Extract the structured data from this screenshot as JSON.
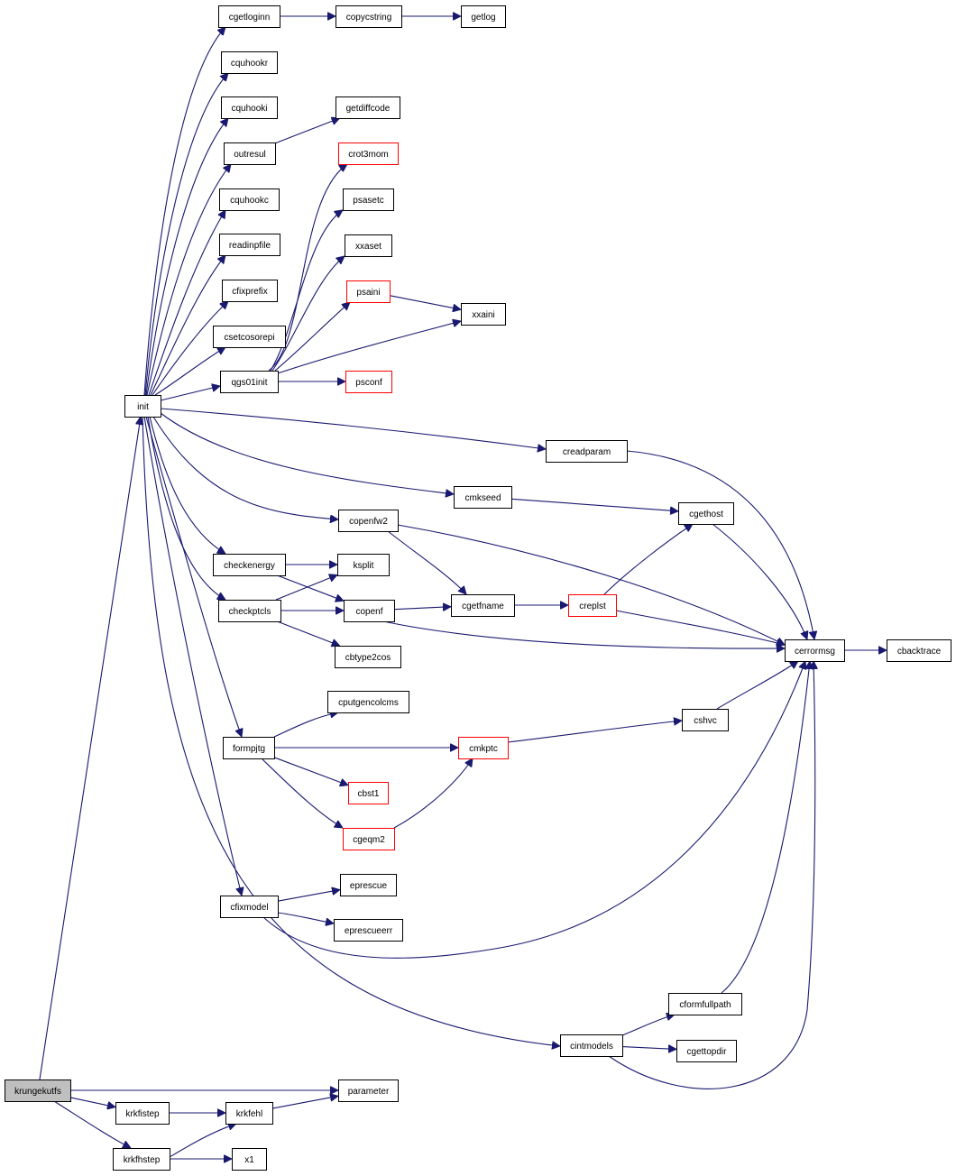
{
  "graph": {
    "edge_color": "#191970",
    "box_border": "#000000",
    "incomplete_border": "#ff0000",
    "root_fill": "#bfbfbf",
    "nodes": [
      {
        "id": "krungekutfs",
        "label": "krungekutfs",
        "root": true
      },
      {
        "id": "init",
        "label": "init"
      },
      {
        "id": "cgetloginn",
        "label": "cgetloginn"
      },
      {
        "id": "copycstring",
        "label": "copycstring"
      },
      {
        "id": "getlog",
        "label": "getlog"
      },
      {
        "id": "cquhookr",
        "label": "cquhookr"
      },
      {
        "id": "cquhooki",
        "label": "cquhooki"
      },
      {
        "id": "getdiffcode",
        "label": "getdiffcode"
      },
      {
        "id": "outresul",
        "label": "outresul"
      },
      {
        "id": "crot3mom",
        "label": "crot3mom",
        "red": true
      },
      {
        "id": "cquhookc",
        "label": "cquhookc"
      },
      {
        "id": "psasetc",
        "label": "psasetc"
      },
      {
        "id": "readinpfile",
        "label": "readinpfile"
      },
      {
        "id": "xxaset",
        "label": "xxaset"
      },
      {
        "id": "cfixprefix",
        "label": "cfixprefix"
      },
      {
        "id": "psaini",
        "label": "psaini",
        "red": true
      },
      {
        "id": "xxaini",
        "label": "xxaini"
      },
      {
        "id": "csetcosorepi",
        "label": "csetcosorepi"
      },
      {
        "id": "qgs01init",
        "label": "qgs01init"
      },
      {
        "id": "psconf",
        "label": "psconf",
        "red": true
      },
      {
        "id": "creadparam",
        "label": "creadparam"
      },
      {
        "id": "cmkseed",
        "label": "cmkseed"
      },
      {
        "id": "cgethost",
        "label": "cgethost"
      },
      {
        "id": "copenfw2",
        "label": "copenfw2"
      },
      {
        "id": "checkenergy",
        "label": "checkenergy"
      },
      {
        "id": "ksplit",
        "label": "ksplit"
      },
      {
        "id": "checkptcls",
        "label": "checkptcls"
      },
      {
        "id": "copenf",
        "label": "copenf"
      },
      {
        "id": "cgetfname",
        "label": "cgetfname"
      },
      {
        "id": "creplst",
        "label": "creplst",
        "red": true
      },
      {
        "id": "cerrormsg",
        "label": "cerrormsg"
      },
      {
        "id": "cbacktrace",
        "label": "cbacktrace"
      },
      {
        "id": "cbtype2cos",
        "label": "cbtype2cos"
      },
      {
        "id": "cputgencolcms",
        "label": "cputgencolcms"
      },
      {
        "id": "cshvc",
        "label": "cshvc"
      },
      {
        "id": "formpjtg",
        "label": "formpjtg"
      },
      {
        "id": "cmkptc",
        "label": "cmkptc",
        "red": true
      },
      {
        "id": "cbst1",
        "label": "cbst1",
        "red": true
      },
      {
        "id": "cgeqm2",
        "label": "cgeqm2",
        "red": true
      },
      {
        "id": "eprescue",
        "label": "eprescue"
      },
      {
        "id": "cfixmodel",
        "label": "cfixmodel"
      },
      {
        "id": "eprescueerr",
        "label": "eprescueerr"
      },
      {
        "id": "cformfullpath",
        "label": "cformfullpath"
      },
      {
        "id": "cintmodels",
        "label": "cintmodels"
      },
      {
        "id": "cgettopdir",
        "label": "cgettopdir"
      },
      {
        "id": "parameter",
        "label": "parameter"
      },
      {
        "id": "krkfistep",
        "label": "krkfistep"
      },
      {
        "id": "krkfehl",
        "label": "krkfehl"
      },
      {
        "id": "krkfhstep",
        "label": "krkfhstep"
      },
      {
        "id": "x1",
        "label": "x1"
      }
    ],
    "edges": [
      [
        "krungekutfs",
        "init"
      ],
      [
        "krungekutfs",
        "parameter"
      ],
      [
        "krungekutfs",
        "krkfistep"
      ],
      [
        "krungekutfs",
        "krkfhstep"
      ],
      [
        "init",
        "cgetloginn"
      ],
      [
        "init",
        "cquhookr"
      ],
      [
        "init",
        "cquhooki"
      ],
      [
        "init",
        "outresul"
      ],
      [
        "init",
        "cquhookc"
      ],
      [
        "init",
        "readinpfile"
      ],
      [
        "init",
        "cfixprefix"
      ],
      [
        "init",
        "csetcosorepi"
      ],
      [
        "init",
        "qgs01init"
      ],
      [
        "init",
        "creadparam"
      ],
      [
        "init",
        "cmkseed"
      ],
      [
        "init",
        "copenfw2"
      ],
      [
        "init",
        "checkenergy"
      ],
      [
        "init",
        "checkptcls"
      ],
      [
        "init",
        "formpjtg"
      ],
      [
        "init",
        "cfixmodel"
      ],
      [
        "init",
        "cintmodels"
      ],
      [
        "cgetloginn",
        "copycstring"
      ],
      [
        "copycstring",
        "getlog"
      ],
      [
        "outresul",
        "getdiffcode"
      ],
      [
        "qgs01init",
        "crot3mom"
      ],
      [
        "qgs01init",
        "psasetc"
      ],
      [
        "qgs01init",
        "xxaset"
      ],
      [
        "qgs01init",
        "psaini"
      ],
      [
        "qgs01init",
        "xxaini"
      ],
      [
        "qgs01init",
        "psconf"
      ],
      [
        "psaini",
        "xxaini"
      ],
      [
        "creadparam",
        "cerrormsg"
      ],
      [
        "cmkseed",
        "cgethost"
      ],
      [
        "cgethost",
        "cerrormsg"
      ],
      [
        "copenfw2",
        "cgetfname"
      ],
      [
        "copenfw2",
        "cerrormsg"
      ],
      [
        "checkenergy",
        "ksplit"
      ],
      [
        "checkenergy",
        "copenf"
      ],
      [
        "checkptcls",
        "ksplit"
      ],
      [
        "checkptcls",
        "copenf"
      ],
      [
        "checkptcls",
        "cbtype2cos"
      ],
      [
        "copenf",
        "cgetfname"
      ],
      [
        "copenf",
        "cerrormsg"
      ],
      [
        "cgetfname",
        "creplst"
      ],
      [
        "creplst",
        "cgethost"
      ],
      [
        "creplst",
        "cerrormsg"
      ],
      [
        "cerrormsg",
        "cbacktrace"
      ],
      [
        "formpjtg",
        "cputgencolcms"
      ],
      [
        "formpjtg",
        "cmkptc"
      ],
      [
        "formpjtg",
        "cbst1"
      ],
      [
        "formpjtg",
        "cgeqm2"
      ],
      [
        "cgeqm2",
        "cmkptc"
      ],
      [
        "cmkptc",
        "cshvc"
      ],
      [
        "cshvc",
        "cerrormsg"
      ],
      [
        "cfixmodel",
        "eprescue"
      ],
      [
        "cfixmodel",
        "eprescueerr"
      ],
      [
        "cfixmodel",
        "cerrormsg"
      ],
      [
        "cintmodels",
        "cformfullpath"
      ],
      [
        "cintmodels",
        "cgettopdir"
      ],
      [
        "cintmodels",
        "cerrormsg"
      ],
      [
        "cformfullpath",
        "cerrormsg"
      ],
      [
        "krkfistep",
        "krkfehl"
      ],
      [
        "krkfhstep",
        "krkfehl"
      ],
      [
        "krkfhstep",
        "x1"
      ],
      [
        "krkfehl",
        "parameter"
      ]
    ]
  }
}
